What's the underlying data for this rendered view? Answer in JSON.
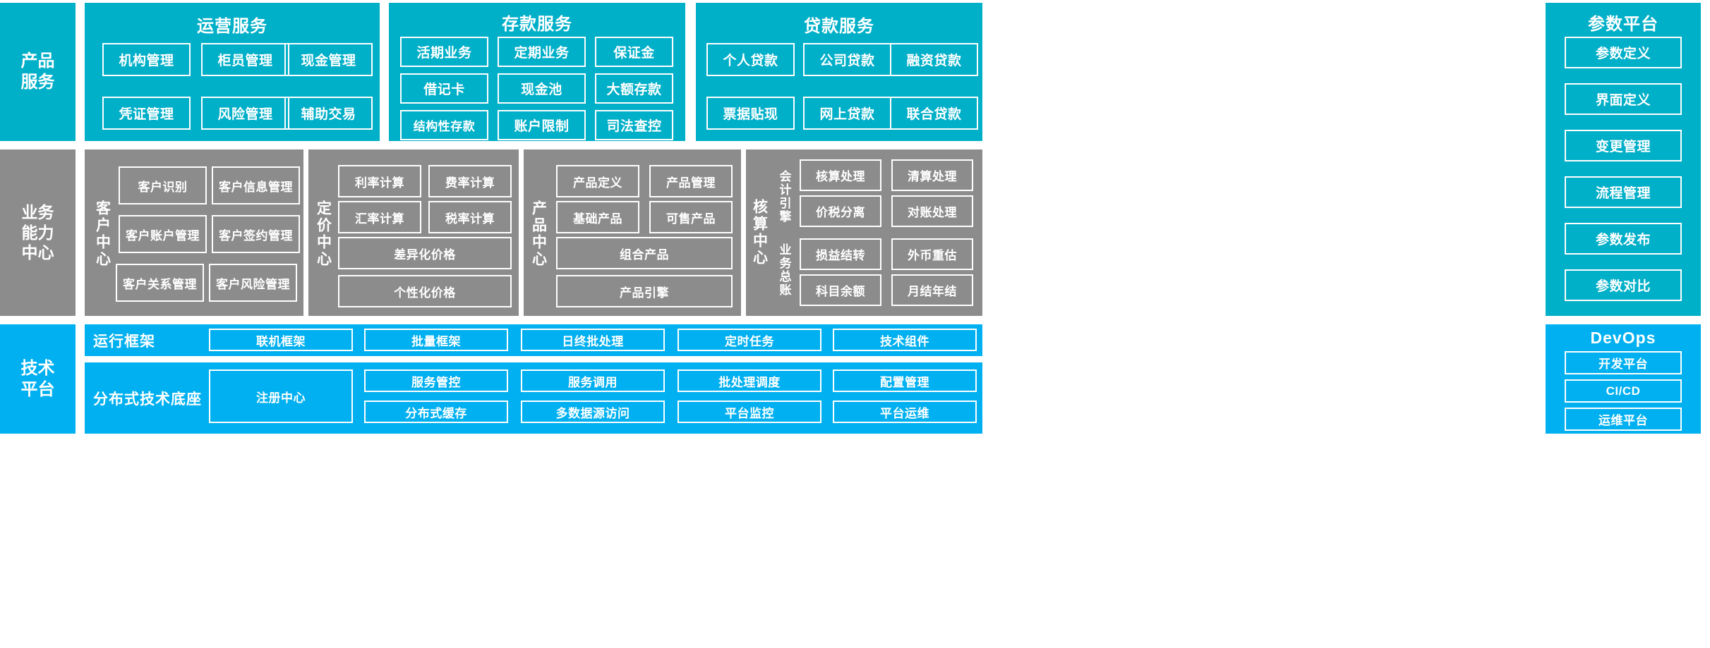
{
  "colors": {
    "product_layer": "#00AFC8",
    "capability_layer": "#8C8C8C",
    "tech_layer": "#00B0F0",
    "border": "#FFFFFF",
    "background": "#FFFFFF"
  },
  "layers": {
    "product_service": {
      "label": "产品服务",
      "panels": [
        {
          "title": "运营服务",
          "cells": [
            "机构管理",
            "柜员管理",
            "现金管理",
            "凭证管理",
            "风险管理",
            "辅助交易"
          ]
        },
        {
          "title": "存款服务",
          "cells": [
            "活期业务",
            "定期业务",
            "保证金",
            "借记卡",
            "现金池",
            "大额存款",
            "结构性存款",
            "账户限制",
            "司法查控"
          ]
        },
        {
          "title": "贷款服务",
          "cells": [
            "个人贷款",
            "公司贷款",
            "融资贷款",
            "票据贴现",
            "网上贷款",
            "联合贷款"
          ]
        }
      ]
    },
    "business_capability": {
      "label": "业务能力中心",
      "label_lines": [
        "业务",
        "能力",
        "中心"
      ],
      "centers": [
        {
          "name": "客户中心",
          "cells": [
            "客户识别",
            "客户信息管理",
            "客户账户管理",
            "客户签约管理",
            "客户关系管理",
            "客户风险管理"
          ]
        },
        {
          "name": "定价中心",
          "cells": [
            "利率计算",
            "费率计算",
            "汇率计算",
            "税率计算",
            "差异化价格",
            "个性化价格"
          ]
        },
        {
          "name": "产品中心",
          "cells": [
            "产品定义",
            "产品管理",
            "基础产品",
            "可售产品",
            "组合产品",
            "产品引擎"
          ]
        },
        {
          "name": "核算中心",
          "subgroups": [
            {
              "name": "会计引擎",
              "cells": [
                "核算处理",
                "清算处理",
                "价税分离",
                "对账处理"
              ]
            },
            {
              "name": "业务总账",
              "cells": [
                "损益结转",
                "外币重估",
                "科目余额",
                "月结年结"
              ]
            }
          ]
        }
      ]
    },
    "technical_platform": {
      "label": "技术平台",
      "label_lines": [
        "技术",
        "平台"
      ],
      "rows": [
        {
          "name": "运行框架",
          "cells": [
            "联机框架",
            "批量框架",
            "日终批处理",
            "定时任务",
            "技术组件"
          ]
        },
        {
          "name": "分布式技术底座",
          "wide_cell": "注册中心",
          "cells_row1": [
            "服务管控",
            "服务调用",
            "批处理调度",
            "配置管理"
          ],
          "cells_row2": [
            "分布式缓存",
            "多数据源访问",
            "平台监控",
            "平台运维"
          ]
        }
      ]
    }
  },
  "right_column": {
    "parameter_platform": {
      "title": "参数平台",
      "cells": [
        "参数定义",
        "界面定义",
        "变更管理",
        "流程管理",
        "参数发布",
        "参数对比"
      ]
    },
    "devops": {
      "title": "DevOps",
      "cells": [
        "开发平台",
        "CI/CD",
        "运维平台"
      ]
    }
  }
}
